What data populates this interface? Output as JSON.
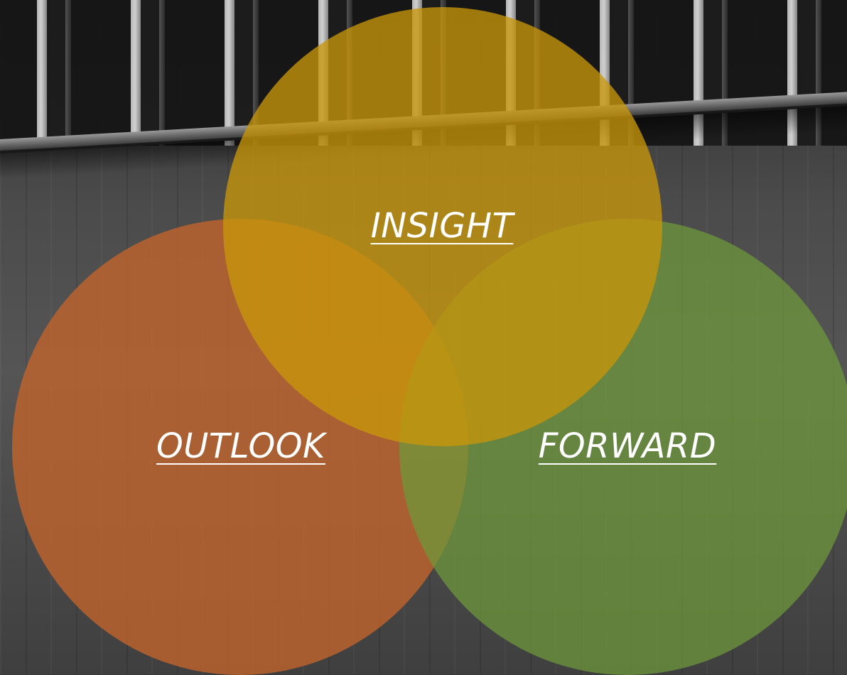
{
  "diagram": {
    "circles": [
      {
        "key": "insight",
        "label": "INSIGHT",
        "color": "#C8960A",
        "opacity": 0.78
      },
      {
        "key": "outlook",
        "label": "OUTLOOK",
        "color": "#C0642A",
        "opacity": 0.8
      },
      {
        "key": "forward",
        "label": "FORWARD",
        "color": "#6E9A3A",
        "opacity": 0.72
      }
    ]
  }
}
